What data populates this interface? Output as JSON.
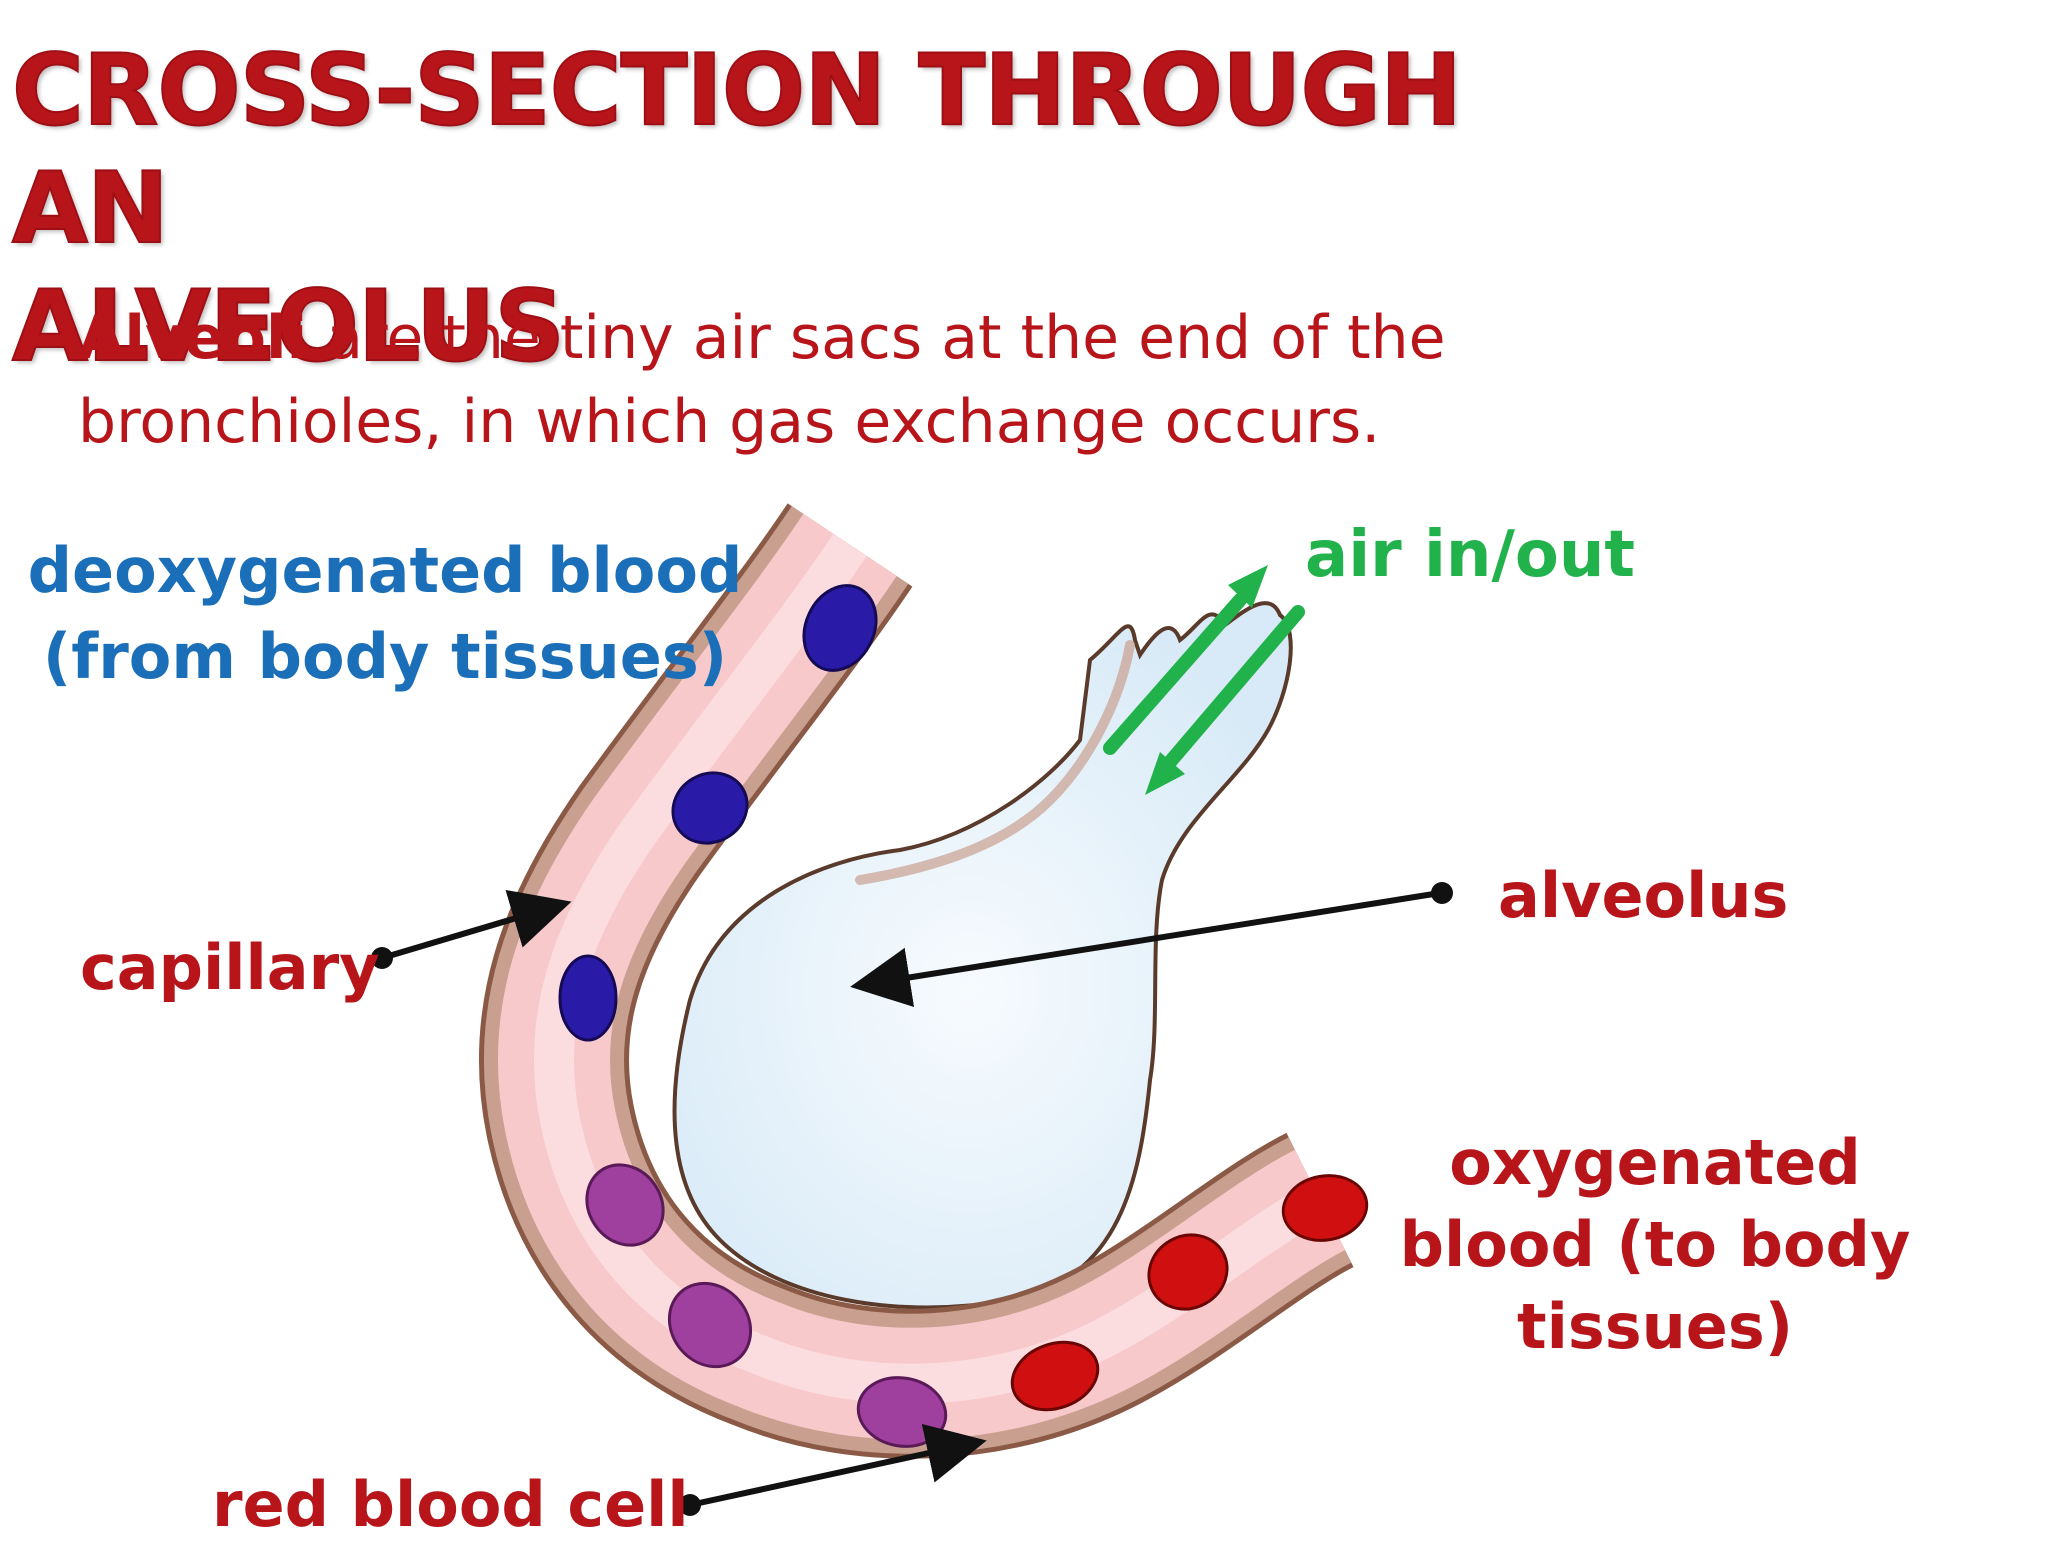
{
  "title": {
    "line1": "CROSS-SECTION THROUGH AN",
    "line2": "ALVEOLUS"
  },
  "intro": {
    "term": "Alveoli",
    "line1_rest": " are the tiny air sacs at the end of the",
    "line2": "bronchioles, in which gas exchange occurs."
  },
  "labels": {
    "deoxygenated_line1": "deoxygenated blood",
    "deoxygenated_line2": "(from body tissues)",
    "air": "air in/out",
    "alveolus": "alveolus",
    "capillary": "capillary",
    "oxygenated_line1": "oxygenated",
    "oxygenated_line2": "blood (to body",
    "oxygenated_line3": "tissues)",
    "red_blood_cell": "red blood cell"
  },
  "colors": {
    "title_red": "#b8151b",
    "deoxygenated_blue": "#1a6fb8",
    "air_green": "#22b24c",
    "capillary_pink": "#f8c9cb",
    "capillary_wall": "#c9a090",
    "alveolus_fill": "#e4f1fb",
    "cell_deoxygenated": "#2a1aa8",
    "cell_mixed": "#a0409e",
    "cell_oxygenated": "#d01010"
  }
}
